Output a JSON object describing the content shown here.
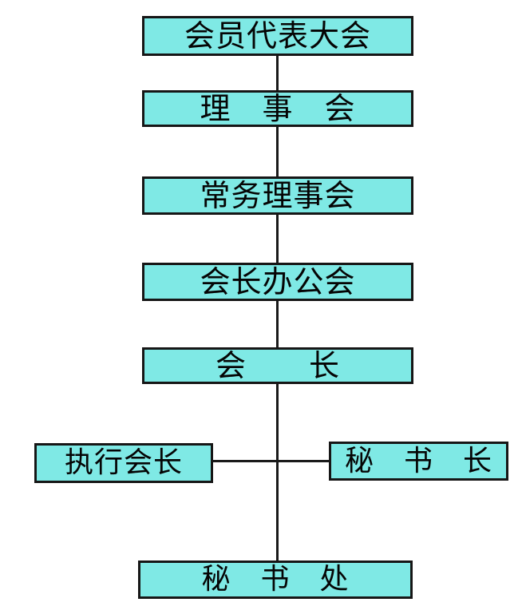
{
  "diagram": {
    "type": "org-chart",
    "nodes": [
      {
        "id": "member-assembly",
        "label": "会员代表大会",
        "level": 1
      },
      {
        "id": "council",
        "label": "理　事　会",
        "level": 2
      },
      {
        "id": "standing-council",
        "label": "常务理事会",
        "level": 3
      },
      {
        "id": "presidents-office",
        "label": "会长办公会",
        "level": 4
      },
      {
        "id": "president",
        "label": "会　　长",
        "level": 5
      },
      {
        "id": "executive-president",
        "label": "执行会长",
        "level": 6
      },
      {
        "id": "secretary-general",
        "label": "秘　书　长",
        "level": 6
      },
      {
        "id": "secretariat",
        "label": "秘　书　处",
        "level": 7
      }
    ],
    "edges": [
      {
        "from": "member-assembly",
        "to": "council"
      },
      {
        "from": "council",
        "to": "standing-council"
      },
      {
        "from": "standing-council",
        "to": "presidents-office"
      },
      {
        "from": "presidents-office",
        "to": "president"
      },
      {
        "from": "president",
        "to": "executive-president"
      },
      {
        "from": "president",
        "to": "secretary-general"
      },
      {
        "from": "president",
        "to": "secretariat"
      }
    ],
    "colors": {
      "box_fill": "#7fe9e5",
      "box_border": "#161616",
      "connector": "#1a1a1a",
      "text": "#050505",
      "background": "#ffffff"
    }
  }
}
